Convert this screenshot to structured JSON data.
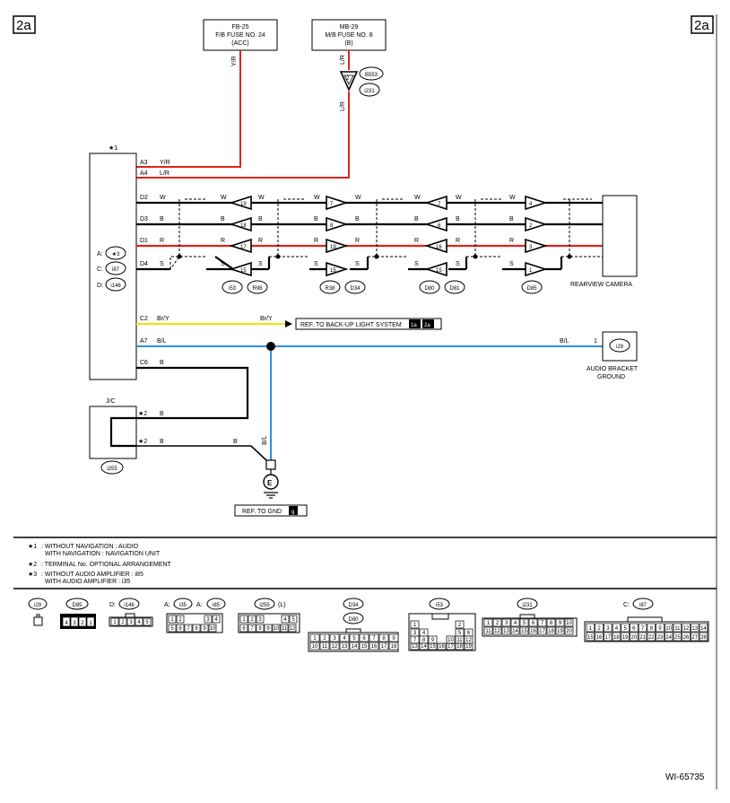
{
  "page": {
    "label_left": "2a",
    "label_right": "2a",
    "code": "WI-65735"
  },
  "fuses": {
    "fb25": {
      "line1": "FB-25",
      "line2": "F/B FUSE NO. 24",
      "line3": "(ACC)",
      "wire": "Y/R"
    },
    "mb29": {
      "line1": "MB-29",
      "line2": "M/B FUSE NO. 8",
      "line3": "(B)",
      "wire_top": "L/R",
      "wire_bottom": "L/R",
      "conn_pin": "2",
      "conn_a": "B553",
      "conn_b": "i231"
    }
  },
  "unit": {
    "star": "★1",
    "pins": [
      {
        "pin": "A3",
        "wire": "Y/R"
      },
      {
        "pin": "A4",
        "wire": "L/R"
      },
      {
        "pin": "D2",
        "wire": "W"
      },
      {
        "pin": "D3",
        "wire": "B"
      },
      {
        "pin": "D1",
        "wire": "R"
      },
      {
        "pin": "D4",
        "wire": "S"
      },
      {
        "pin": "C2",
        "wire": "Br/Y"
      },
      {
        "pin": "A7",
        "wire": "B/L"
      },
      {
        "pin": "C6",
        "wire": "B"
      }
    ],
    "conn_labels": [
      {
        "prefix": "A:",
        "name": "★3"
      },
      {
        "prefix": "C:",
        "name": "i87"
      },
      {
        "prefix": "D:",
        "name": "i146"
      }
    ]
  },
  "harness": {
    "wires": [
      "W",
      "B",
      "R",
      "S"
    ],
    "groups": [
      {
        "pins": [
          "19",
          "18",
          "17",
          "15"
        ],
        "labels": [
          "i53",
          "R98"
        ]
      },
      {
        "pins": [
          "7",
          "8",
          "19",
          "15"
        ],
        "labels": [
          "R38",
          "D34"
        ]
      },
      {
        "pins": [
          "7",
          "6",
          "16",
          "15"
        ],
        "labels": [
          "D80",
          "D81"
        ]
      },
      {
        "pins": [
          "4",
          "2",
          "3",
          "1"
        ],
        "labels": [
          "D85"
        ]
      }
    ],
    "camera_label": "REARVIEW CAMERA"
  },
  "backup": {
    "wire": "Br/Y",
    "text": "REF. TO BACK-UP LIGHT SYSTEM",
    "tag1": "1a",
    "tag2": "2a"
  },
  "ground": {
    "wire": "B/L",
    "pin": "1",
    "conn": "i29",
    "label1": "AUDIO BRACKET",
    "label2": "GROUND"
  },
  "jc": {
    "title": "J/C",
    "star1": "★2",
    "wire1": "B",
    "star2": "★2",
    "wire2": "B",
    "wire3": "B",
    "wire4": "B/L",
    "conn": "i255"
  },
  "gnd_ref": {
    "text": "REF. TO GND",
    "tag": "g",
    "symbol": "E"
  },
  "notes": [
    {
      "mark": "★1",
      "text": ": WITHOUT NAVIGATION   : AUDIO"
    },
    {
      "mark": "",
      "text": "WITH NAVIGATION   : NAVIGATION UNIT"
    },
    {
      "mark": "★2",
      "text": ": TERMINAL No. OPTIONAL ARRANGEMENT"
    },
    {
      "mark": "★3",
      "text": ": WITHOUT AUDIO AMPLIFIER  : i85"
    },
    {
      "mark": "",
      "text": "WITH AUDIO AMPLIFIER  : i35"
    }
  ],
  "connectors": [
    {
      "name": "i29"
    },
    {
      "name": "D85",
      "pins": [
        "4",
        "3",
        "2",
        "1"
      ]
    },
    {
      "prefix": "D:",
      "name": "i146",
      "pins": [
        "1",
        "2",
        "3",
        "4",
        "5"
      ]
    },
    {
      "prefix": "A:",
      "name": "i35",
      "prefix2": "A:",
      "name2": "i85",
      "row1": [
        "1",
        "2",
        "3",
        "4"
      ],
      "row2": [
        "5",
        "6",
        "7",
        "8",
        "9",
        "10"
      ]
    },
    {
      "name": "i255",
      "suffix": "(L)",
      "row1": [
        "1",
        "2",
        "3",
        "4",
        "5"
      ],
      "row2": [
        "6",
        "7",
        "8",
        "9",
        "10",
        "11",
        "12"
      ]
    },
    {
      "name": "D34",
      "name2": "D80",
      "row1": [
        "1",
        "2",
        "3",
        "4",
        "5",
        "6",
        "7",
        "8",
        "9"
      ],
      "row2": [
        "10",
        "11",
        "12",
        "13",
        "14",
        "15",
        "16",
        "17",
        "18"
      ]
    },
    {
      "name": "i53",
      "row1": [
        "1",
        "2"
      ],
      "row2": [
        "3",
        "4",
        "5",
        "6"
      ],
      "row3": [
        "7",
        "8",
        "9",
        "10",
        "11",
        "12"
      ],
      "row4": [
        "13",
        "14",
        "15",
        "16",
        "17",
        "18",
        "19"
      ]
    },
    {
      "name": "i231",
      "row1": [
        "1",
        "2",
        "3",
        "4",
        "5",
        "6",
        "7",
        "8",
        "9",
        "10"
      ],
      "row2": [
        "11",
        "12",
        "13",
        "14",
        "15",
        "16",
        "17",
        "18",
        "19",
        "20"
      ]
    },
    {
      "prefix": "C:",
      "name": "i87",
      "row1": [
        "1",
        "2",
        "3",
        "4",
        "5",
        "6",
        "7",
        "8",
        "9",
        "10",
        "11",
        "12",
        "13",
        "14"
      ],
      "row2": [
        "15",
        "16",
        "17",
        "18",
        "19",
        "20",
        "21",
        "22",
        "23",
        "24",
        "25",
        "26",
        "27",
        "28"
      ]
    }
  ],
  "colors": {
    "red": "#e0241b",
    "yellow": "#f2e600",
    "blue": "#2f8fd8",
    "black": "#000000"
  }
}
